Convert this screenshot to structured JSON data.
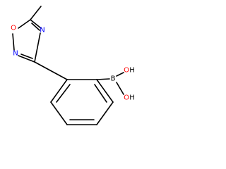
{
  "molecule": {
    "colors": {
      "bond": "#000000",
      "carbon": "#000000",
      "oxygen": "#ff0000",
      "nitrogen": "#0000ff",
      "boron": "#000000",
      "hydrogen_text": "#000000"
    },
    "atoms": {
      "o1": {
        "symbol": "O",
        "element": "oxygen"
      },
      "n4": {
        "symbol": "N",
        "element": "nitrogen"
      },
      "n2": {
        "symbol": "N",
        "element": "nitrogen"
      },
      "b": {
        "symbol": "B",
        "element": "boron"
      },
      "oh1_o": {
        "symbol": "O",
        "element": "oxygen"
      },
      "oh1_h": {
        "symbol": "H",
        "element": "hydrogen"
      },
      "oh2_o": {
        "symbol": "O",
        "element": "oxygen"
      },
      "oh2_h": {
        "symbol": "H",
        "element": "hydrogen"
      }
    }
  }
}
